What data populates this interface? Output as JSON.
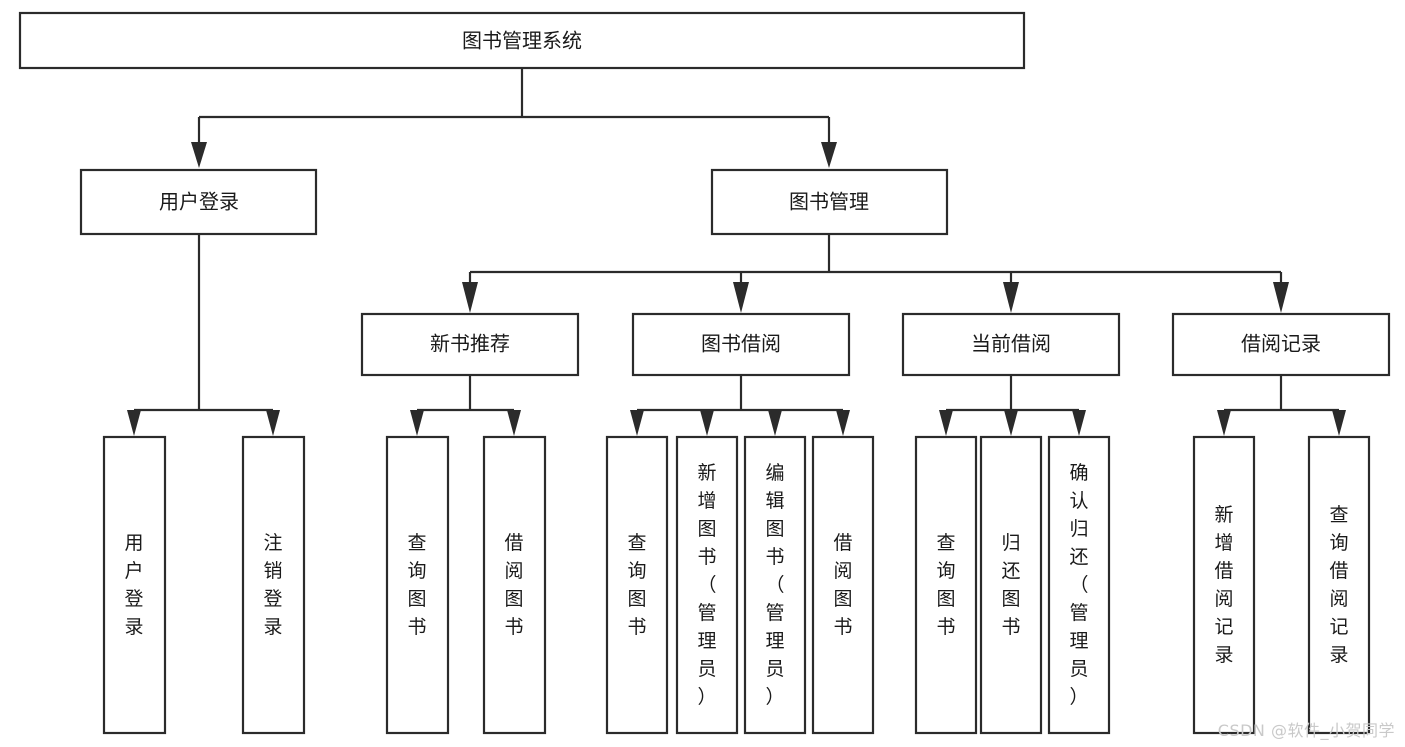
{
  "diagram": {
    "title": "图书管理系统",
    "watermark": "CSDN @软件_小贺同学",
    "colors": {
      "stroke": "#2b2b2b",
      "fill": "#ffffff",
      "text": "#1a1a1a",
      "watermark": "#c9c9c9",
      "background": "#ffffff"
    },
    "nodes": {
      "root": {
        "label": "图书管理系统"
      },
      "level2": [
        {
          "id": "user-login",
          "label": "用户登录"
        },
        {
          "id": "book-manage",
          "label": "图书管理"
        }
      ],
      "level3": [
        {
          "id": "new-book-recommend",
          "label": "新书推荐"
        },
        {
          "id": "book-borrow",
          "label": "图书借阅"
        },
        {
          "id": "current-borrow",
          "label": "当前借阅"
        },
        {
          "id": "borrow-record",
          "label": "借阅记录"
        }
      ],
      "leaves": {
        "user-login": [
          {
            "id": "leaf-user-login",
            "label": "用户登录"
          },
          {
            "id": "leaf-logout-login",
            "label": "注销登录"
          }
        ],
        "new-book-recommend": [
          {
            "id": "leaf-query-book-1",
            "label": "查询图书"
          },
          {
            "id": "leaf-borrow-book-1",
            "label": "借阅图书"
          }
        ],
        "book-borrow": [
          {
            "id": "leaf-query-book-2",
            "label": "查询图书"
          },
          {
            "id": "leaf-add-book",
            "label": "新增图书（管理员）"
          },
          {
            "id": "leaf-edit-book",
            "label": "编辑图书（管理员）"
          },
          {
            "id": "leaf-borrow-book-2",
            "label": "借阅图书"
          }
        ],
        "current-borrow": [
          {
            "id": "leaf-query-book-3",
            "label": "查询图书"
          },
          {
            "id": "leaf-return-book",
            "label": "归还图书"
          },
          {
            "id": "leaf-confirm-return",
            "label": "确认归还（管理员）"
          }
        ],
        "borrow-record": [
          {
            "id": "leaf-add-borrow-record",
            "label": "新增借阅记录"
          },
          {
            "id": "leaf-query-borrow-record",
            "label": "查询借阅记录"
          }
        ]
      }
    }
  }
}
